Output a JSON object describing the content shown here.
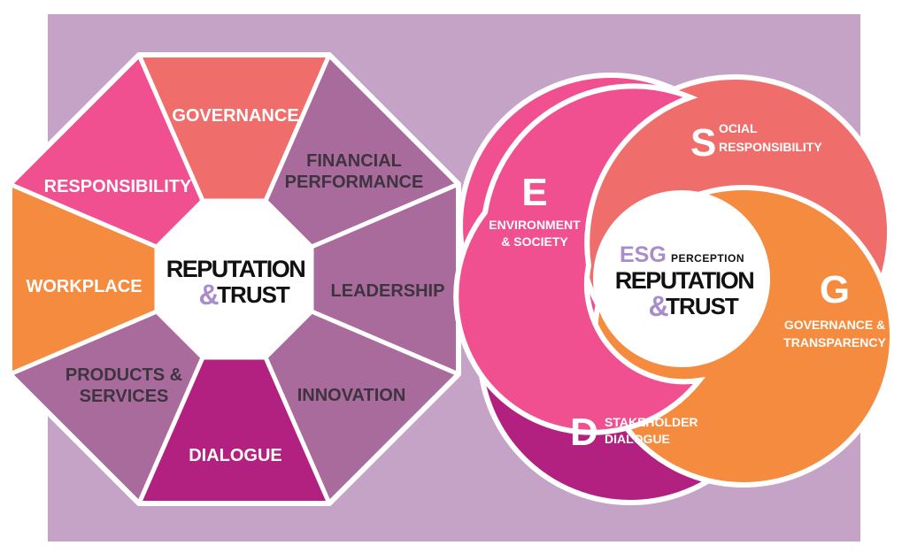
{
  "colors": {
    "background": "#c4a3c6",
    "gold_pink": "#f0508f",
    "salmon": "#ef6e6c",
    "mauve": "#a96b9c",
    "orange": "#f48b3e",
    "magenta": "#b22180",
    "center": "#ffffff",
    "accent": "#a98ccb"
  },
  "brand": {
    "line1": "REPUTATION",
    "amp": "&",
    "line2": "TRUST",
    "esg": "ESG",
    "perception": "PERCEPTION"
  },
  "octagon": {
    "segments": [
      {
        "key": "governance",
        "label": [
          "GOVERNANCE"
        ],
        "color": "salmon"
      },
      {
        "key": "financial",
        "label": [
          "FINANCIAL",
          "PERFORMANCE"
        ],
        "color": "mauve"
      },
      {
        "key": "leadership",
        "label": [
          "LEADERSHIP"
        ],
        "color": "mauve"
      },
      {
        "key": "innovation",
        "label": [
          "INNOVATION"
        ],
        "color": "mauve"
      },
      {
        "key": "dialogue",
        "label": [
          "DIALOGUE"
        ],
        "color": "magenta"
      },
      {
        "key": "products",
        "label": [
          "PRODUCTS &",
          "SERVICES"
        ],
        "color": "mauve"
      },
      {
        "key": "workplace",
        "label": [
          "WORKPLACE"
        ],
        "color": "orange"
      },
      {
        "key": "responsibility",
        "label": [
          "RESPONSIBILITY"
        ],
        "color": "gold_pink"
      }
    ]
  },
  "esg": {
    "e": {
      "letter": "E",
      "line1": "ENVIRONMENT",
      "line2": "& SOCIETY"
    },
    "s": {
      "letter": "S",
      "line1": "OCIAL",
      "line2": "RESPONSIBILITY"
    },
    "g": {
      "letter": "G",
      "line1": "GOVERNANCE &",
      "line2": "TRANSPARENCY"
    },
    "d": {
      "letter": "D",
      "line1": "STAKEHOLDER",
      "line2": "DIALOGUE"
    }
  }
}
